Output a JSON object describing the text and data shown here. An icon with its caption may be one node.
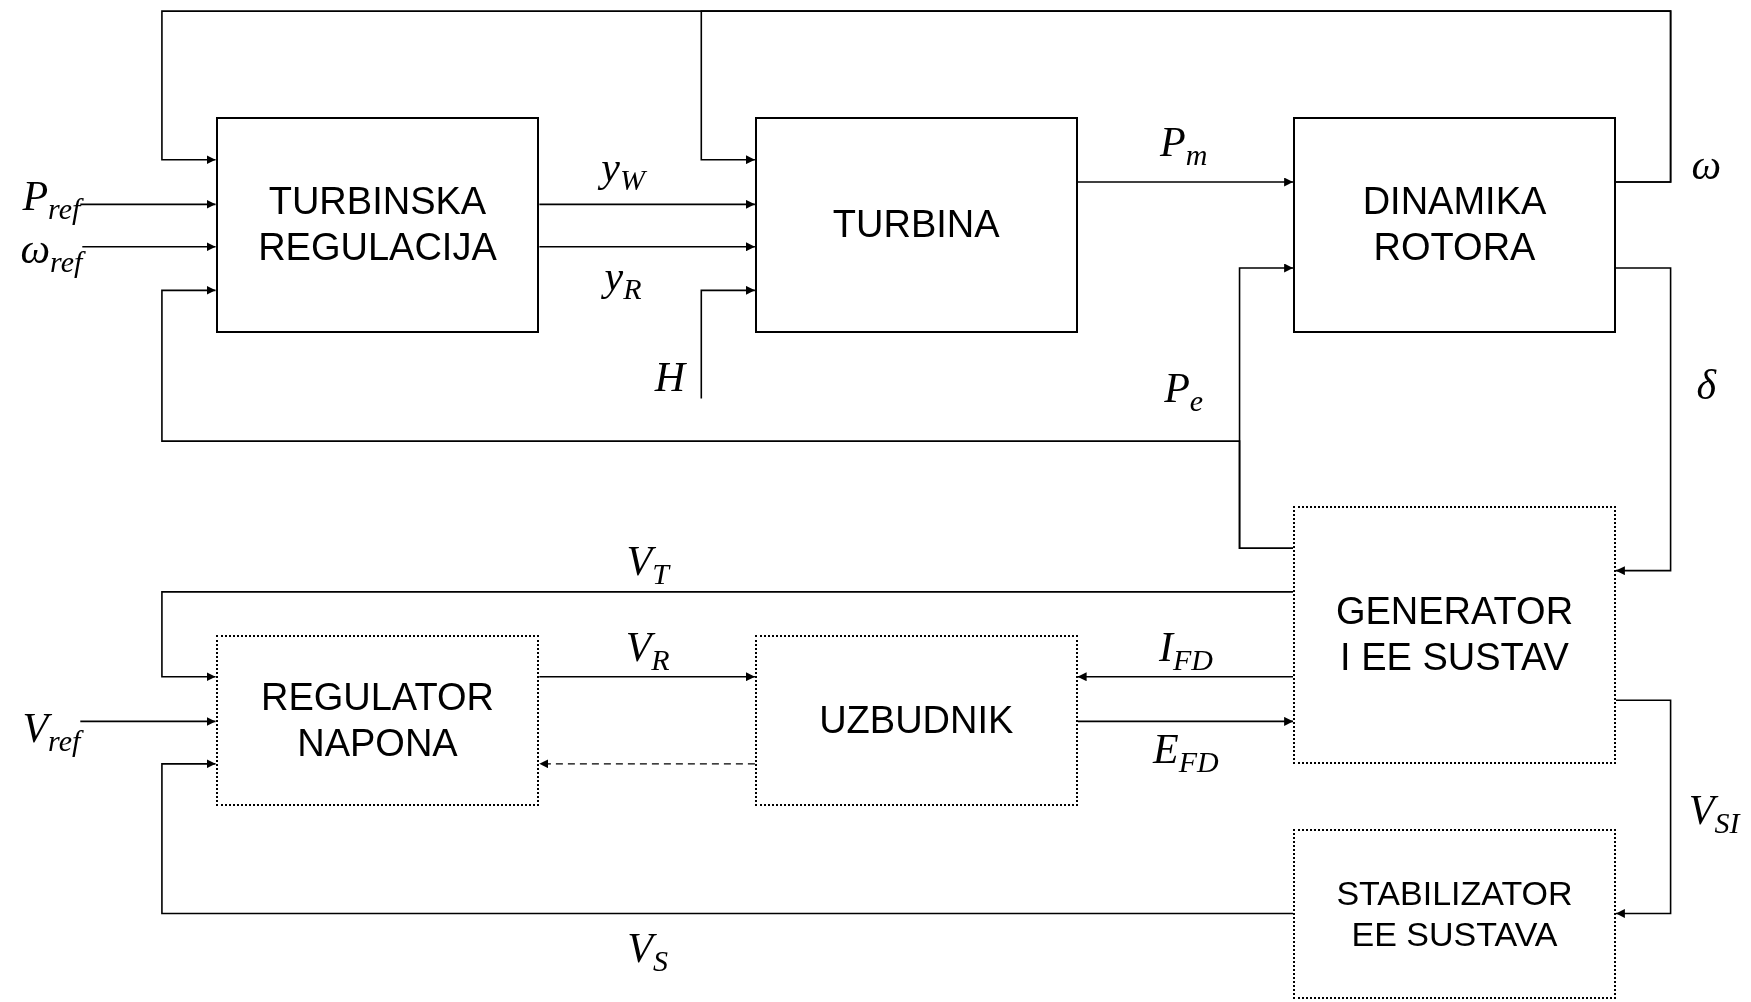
{
  "diagram": {
    "nodes": [
      {
        "text": [
          "TURBINSKA REGULACIJA"
        ]
      },
      {
        "text": [
          "TURBINA"
        ]
      },
      {
        "text": [
          "DINAMIKA ROTORA"
        ]
      },
      {
        "text": [
          "GENERATOR I EE SUSTAV"
        ]
      },
      {
        "text": [
          "REGULATOR NAPONA"
        ]
      },
      {
        "text": [
          "UZBUDNIK"
        ]
      },
      {
        "text": [
          "STABILIZATOR EE SUSTAVA"
        ]
      },
      {
        "text": [
          "P$_{ref}$"
        ]
      },
      {
        "text": [
          "ω$_{ref}$"
        ]
      },
      {
        "text": [
          "H"
        ]
      },
      {
        "text": [
          "V$_{ref}$"
        ]
      }
    ],
    "edges": [
      {
        "from": 2,
        "to": 0,
        "arrow": "to",
        "label": "ω"
      },
      {
        "from": 2,
        "to": 1,
        "arrow": "to"
      },
      {
        "from": 7,
        "to": 0,
        "arrow": "to"
      },
      {
        "from": 8,
        "to": 0,
        "arrow": "to"
      },
      {
        "from": 3,
        "to": 2,
        "arrow": "to",
        "label": "P$_{e}$"
      },
      {
        "from": 3,
        "to": 0,
        "arrow": "to"
      },
      {
        "from": 0,
        "to": 1,
        "arrow": "to",
        "label": "y$_{W}$"
      },
      {
        "from": 0,
        "to": 1,
        "arrow": "to",
        "label": "y$_{R}$"
      },
      {
        "from": 9,
        "to": 1,
        "arrow": "to"
      },
      {
        "from": 1,
        "to": 2,
        "arrow": "to",
        "label": "P$_{m}$"
      },
      {
        "from": 2,
        "to": 3,
        "arrow": "to",
        "label": "δ"
      },
      {
        "from": 3,
        "to": 4,
        "arrow": "to",
        "label": "V$_{T}$"
      },
      {
        "from": 10,
        "to": 4,
        "arrow": "to"
      },
      {
        "from": 4,
        "to": 5,
        "arrow": "to",
        "label": "V$_{R}$"
      },
      {
        "from": 3,
        "to": 5,
        "arrow": "to",
        "label": "I$_{FD}$"
      },
      {
        "from": 5,
        "to": 3,
        "arrow": "to",
        "label": "E$_{FD}$"
      },
      {
        "from": 5,
        "to": 4,
        "arrow": "to",
        "style": "dashed"
      },
      {
        "from": 3,
        "to": 6,
        "arrow": "to",
        "label": "V$_{SI}$"
      },
      {
        "from": 6,
        "to": 4,
        "arrow": "to",
        "label": "V$_{S}$"
      }
    ]
  }
}
